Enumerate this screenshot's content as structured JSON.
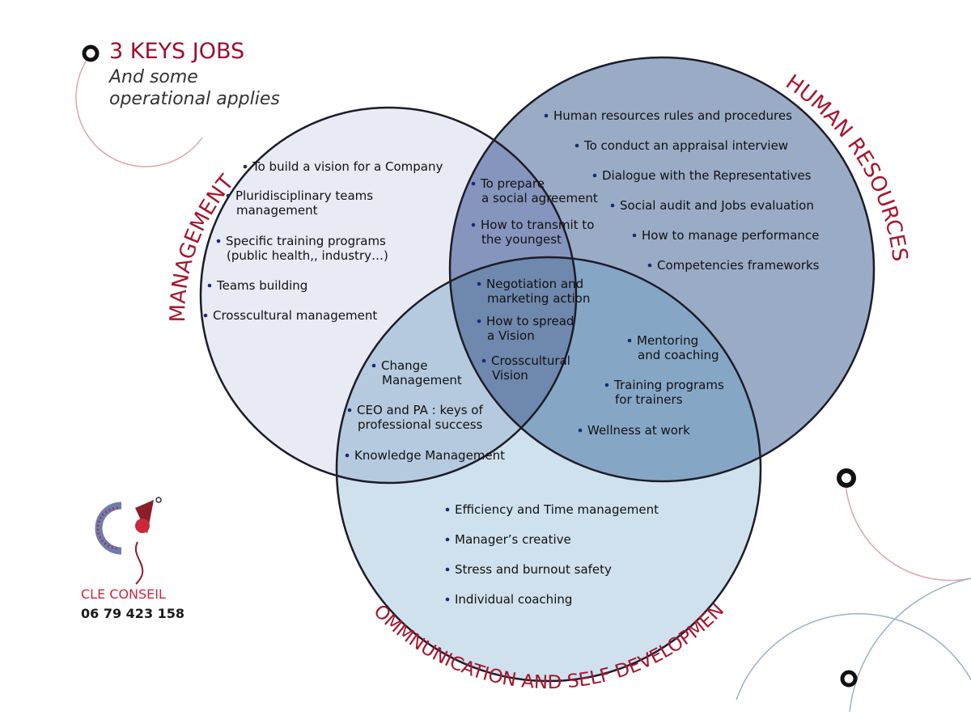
{
  "header": {
    "title": "3 KEYS JOBS",
    "subtitle_line1": "And some",
    "subtitle_line2": "operational applies"
  },
  "circles": {
    "management": {
      "label": "MANAGEMENT",
      "fill": "#e8eaf4"
    },
    "human_resources": {
      "label": "HUMAN RESOURCES",
      "fill": "#9aabc6"
    },
    "communication": {
      "label": "COMMNUNICATION AND SELF DEVELOPMENT",
      "fill": "#cfe1ec"
    }
  },
  "items": {
    "management": [
      [
        "To build a vision for a Company"
      ],
      [
        "Pluridisciplinary teams",
        "management"
      ],
      [
        "Specific training programs",
        "(public health,, industry…)"
      ],
      [
        "Teams building"
      ],
      [
        "Crosscultural management"
      ]
    ],
    "human_resources": [
      [
        "Human resources rules and procedures"
      ],
      [
        "To conduct an appraisal interview"
      ],
      [
        "Dialogue with the Representatives"
      ],
      [
        "Social audit and Jobs evaluation"
      ],
      [
        "How to manage performance"
      ],
      [
        "Competencies frameworks"
      ]
    ],
    "management_hr": [
      [
        "To prepare",
        "a social agreement"
      ],
      [
        "How to transmit to",
        "the youngest"
      ]
    ],
    "center": [
      [
        "Negotiation and",
        "marketing action"
      ],
      [
        "How to spread",
        "a Vision"
      ],
      [
        "Crosscultural",
        "Vision"
      ]
    ],
    "management_communication": [
      [
        "Change",
        "Management"
      ],
      [
        "CEO and PA : keys of",
        "professional success"
      ],
      [
        "Knowledge Management"
      ]
    ],
    "hr_communication": [
      [
        "Mentoring",
        "and coaching"
      ],
      [
        "Training programs",
        "for trainers"
      ],
      [
        "Wellness at work"
      ]
    ],
    "communication": [
      [
        "Efficiency and Time management"
      ],
      [
        "Manager’s creative"
      ],
      [
        "Stress and burnout safety"
      ],
      [
        "Individual coaching"
      ]
    ]
  },
  "brand": {
    "name": "CLE CONSEIL",
    "phone": "06 79 423 158",
    "logo_icon": "key-logo-icon"
  },
  "colors": {
    "accent": "#9b0f2e",
    "circle_stroke": "#1c1c28",
    "bullet": "#1a2a70",
    "center_region": "#6f88ad",
    "mgmt_hr_region": "#8595bd",
    "mgmt_comm_region": "#b5cade",
    "hr_comm_region": "#86a6c6"
  }
}
